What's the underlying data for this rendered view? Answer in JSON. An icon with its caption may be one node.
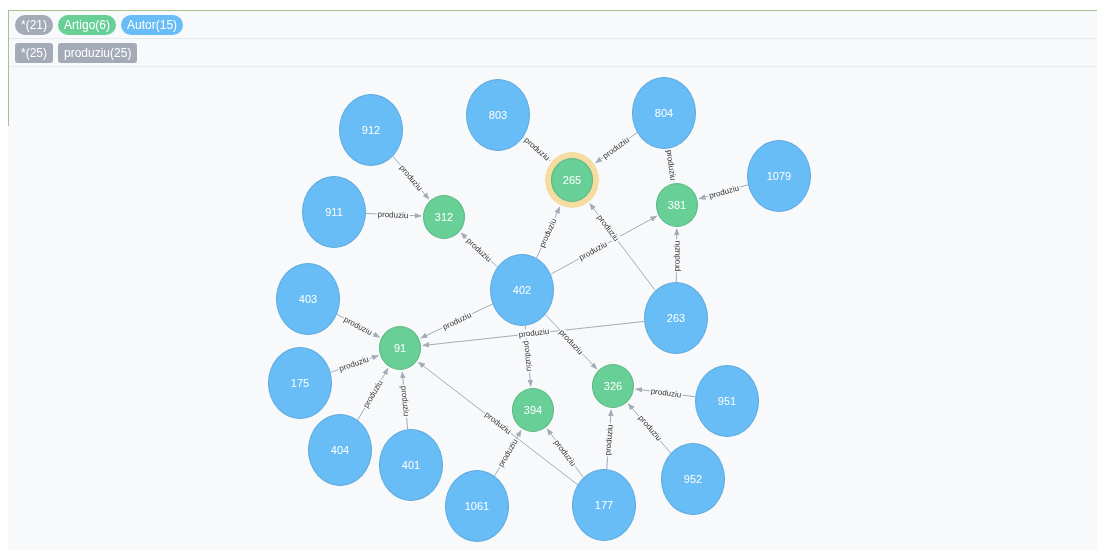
{
  "diagram": {
    "nodes": [
      {
        "text": [
          "912"
        ]
      },
      {
        "text": [
          "803"
        ]
      },
      {
        "text": [
          "804"
        ]
      },
      {
        "text": [
          "1079"
        ]
      },
      {
        "text": [
          "911"
        ]
      },
      {
        "text": [
          "265"
        ]
      },
      {
        "text": [
          "381"
        ]
      },
      {
        "text": [
          "312"
        ]
      },
      {
        "text": [
          "403"
        ]
      },
      {
        "text": [
          "402"
        ]
      },
      {
        "text": [
          "263"
        ]
      },
      {
        "text": [
          "91"
        ]
      },
      {
        "text": [
          "175"
        ]
      },
      {
        "text": [
          "326"
        ]
      },
      {
        "text": [
          "951"
        ]
      },
      {
        "text": [
          "394"
        ]
      },
      {
        "text": [
          "404"
        ]
      },
      {
        "text": [
          "401"
        ]
      },
      {
        "text": [
          "952"
        ]
      },
      {
        "text": [
          "1061"
        ]
      },
      {
        "text": [
          "177"
        ]
      }
    ],
    "edges": [
      {
        "from": 0,
        "to": 7,
        "arrow": "to",
        "label": "produziu"
      },
      {
        "from": 4,
        "to": 7,
        "arrow": "to",
        "label": "produziu"
      },
      {
        "from": 9,
        "to": 7,
        "arrow": "to",
        "label": "produziu"
      },
      {
        "from": 1,
        "to": 5,
        "arrow": "to",
        "label": "produziu"
      },
      {
        "from": 2,
        "to": 5,
        "arrow": "to",
        "label": "produziu"
      },
      {
        "from": 9,
        "to": 5,
        "arrow": "to",
        "label": "produziu"
      },
      {
        "from": 10,
        "to": 5,
        "arrow": "to",
        "label": "produziu"
      },
      {
        "from": 2,
        "to": 6,
        "arrow": "to",
        "label": "produziu"
      },
      {
        "from": 3,
        "to": 6,
        "arrow": "to",
        "label": "produziu"
      },
      {
        "from": 9,
        "to": 6,
        "arrow": "to",
        "label": "produziu"
      },
      {
        "from": 10,
        "to": 6,
        "arrow": "to",
        "label": "produziu"
      },
      {
        "from": 8,
        "to": 11,
        "arrow": "to",
        "label": "produziu"
      },
      {
        "from": 9,
        "to": 11,
        "arrow": "to",
        "label": "produziu"
      },
      {
        "from": 10,
        "to": 11,
        "arrow": "to",
        "label": "produziu"
      },
      {
        "from": 12,
        "to": 11,
        "arrow": "to",
        "label": "produziu"
      },
      {
        "from": 16,
        "to": 11,
        "arrow": "to",
        "label": "produziu"
      },
      {
        "from": 17,
        "to": 11,
        "arrow": "to",
        "label": "produziu"
      },
      {
        "from": 20,
        "to": 11,
        "arrow": "to",
        "label": "produziu"
      },
      {
        "from": 9,
        "to": 15,
        "arrow": "to",
        "label": "produziu"
      },
      {
        "from": 19,
        "to": 15,
        "arrow": "to",
        "label": "produziu"
      },
      {
        "from": 20,
        "to": 15,
        "arrow": "to",
        "label": "produziu"
      },
      {
        "from": 9,
        "to": 13,
        "arrow": "to",
        "label": "produziu"
      },
      {
        "from": 14,
        "to": 13,
        "arrow": "to",
        "label": "produziu"
      },
      {
        "from": 18,
        "to": 13,
        "arrow": "to",
        "label": "produziu"
      },
      {
        "from": 20,
        "to": 13,
        "arrow": "to",
        "label": "produziu"
      }
    ],
    "legend": [
      {
        "text": "*(21)",
        "color": "#a5abb6"
      },
      {
        "text": "Artigo(6)",
        "color": "#68cf96"
      },
      {
        "text": "Autor(15)",
        "color": "#68bdf6"
      },
      {
        "text": "*(25)",
        "color": "#a5abb6"
      },
      {
        "text": "produziu(25)",
        "color": "#a5abb6"
      }
    ]
  }
}
